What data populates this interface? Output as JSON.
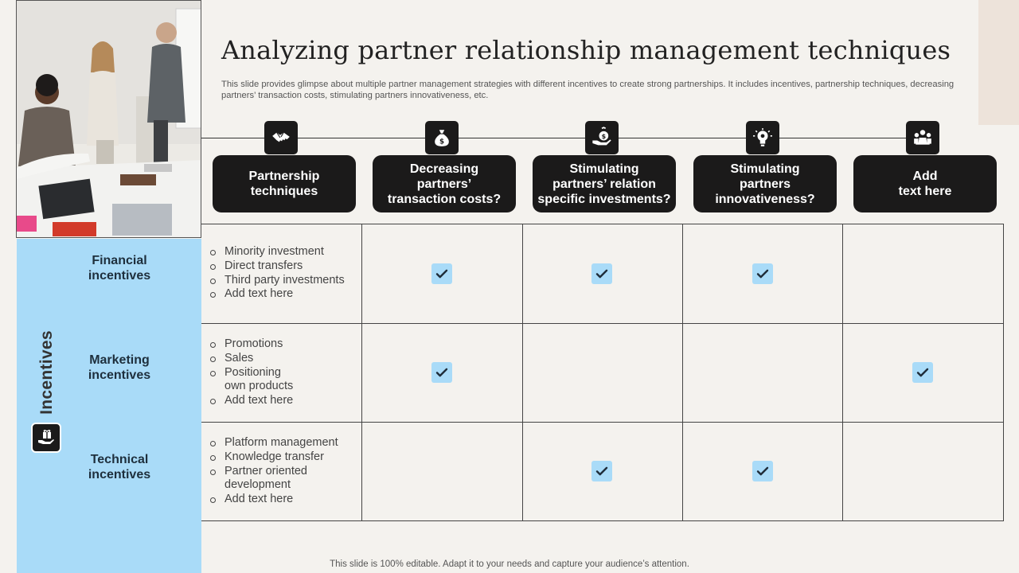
{
  "slide": {
    "title": "Analyzing partner relationship management techniques",
    "subtitle": "This slide provides glimpse about multiple partner management strategies with different incentives to create strong partnerships. It includes incentives, partnership techniques, decreasing partners’ transaction costs, stimulating partners innovativeness, etc.",
    "footer": "This slide is 100% editable. Adapt it to your needs and capture your audience’s attention."
  },
  "columns": [
    {
      "label": "Partnership\ntechniques",
      "icon": "handshake-icon"
    },
    {
      "label": "Decreasing\npartners’\ntransaction costs?",
      "icon": "money-bag-icon"
    },
    {
      "label": "Stimulating\npartners’ relation\nspecific investments?",
      "icon": "hand-money-icon"
    },
    {
      "label": "Stimulating\npartners\ninnovativeness?",
      "icon": "lightbulb-gear-icon"
    },
    {
      "label": "Add\ntext here",
      "icon": "team-icon"
    }
  ],
  "side": {
    "label": "Incentives",
    "icon": "gift-hand-icon"
  },
  "rows": [
    {
      "label": "Financial\nincentives",
      "bullets": [
        "Minority investment",
        "Direct transfers",
        "Third party investments",
        "Add text here"
      ],
      "checks": [
        true,
        true,
        true,
        false
      ]
    },
    {
      "label": "Marketing\nincentives",
      "bullets": [
        "Promotions",
        "Sales",
        "Positioning\nown products",
        "Add text here"
      ],
      "checks": [
        true,
        false,
        false,
        true
      ]
    },
    {
      "label": "Technical\nincentives",
      "bullets": [
        "Platform management",
        "Knowledge transfer",
        "Partner oriented\ndevelopment",
        "Add text here"
      ],
      "checks": [
        false,
        true,
        true,
        false
      ]
    }
  ],
  "colors": {
    "accent_blue": "#a9dbf8",
    "dark": "#1b1a1a",
    "background": "#f4f2ee"
  }
}
